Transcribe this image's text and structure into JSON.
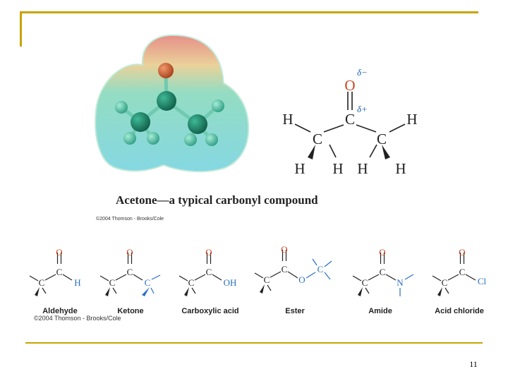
{
  "acetone": {
    "caption": "Acetone—a typical carbonyl compound",
    "copyright": "©2004 Thomson - Brooks/Cole",
    "delta_minus": "δ−",
    "delta_plus": "δ+",
    "atoms": {
      "O": "O",
      "C": "C",
      "H": "H"
    },
    "colors": {
      "oxygen": "#c8481e",
      "carbon": "#1f8a6c",
      "hydrogen": "#52c7a7",
      "map_negative": "#e58a82",
      "map_positive": "#7fd6e2",
      "map_neutral": "#8fdcc0"
    }
  },
  "groups": {
    "items": [
      {
        "name": "Aldehyde",
        "subst": "H"
      },
      {
        "name": "Ketone",
        "subst": "C"
      },
      {
        "name": "Carboxylic acid",
        "subst": "OH"
      },
      {
        "name": "Ester",
        "subst1": "O",
        "subst2": "C"
      },
      {
        "name": "Amide",
        "subst": "N"
      },
      {
        "name": "Acid chloride",
        "subst": "Cl"
      }
    ],
    "atom_O": "O",
    "atom_C": "C",
    "copyright": "©2004 Thomson - Brooks/Cole",
    "hetero_color": "#2a6ec4"
  },
  "page": {
    "number": "11"
  }
}
